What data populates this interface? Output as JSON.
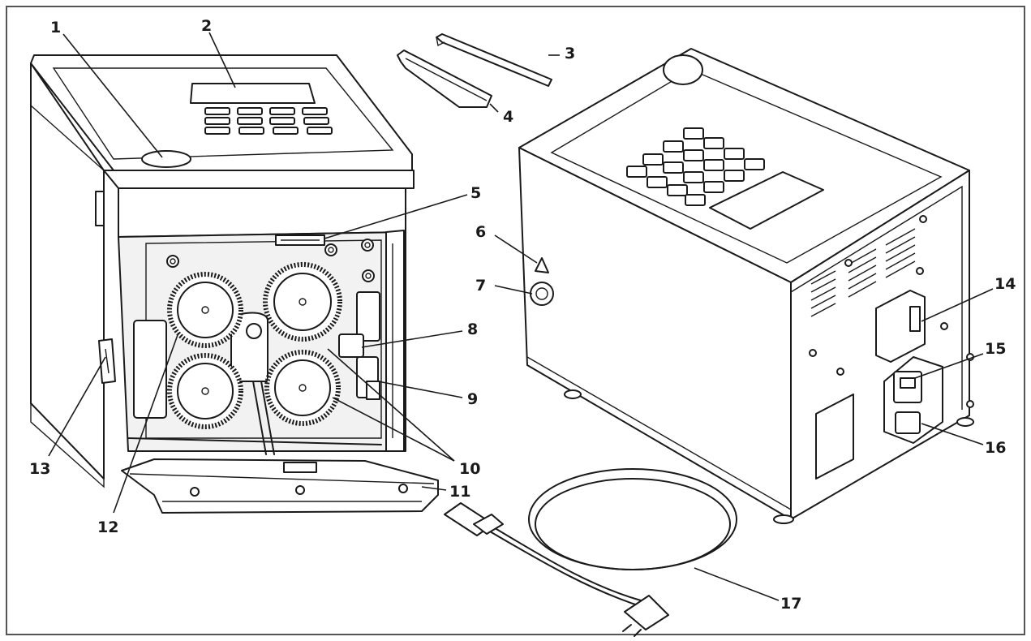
{
  "callouts": [
    {
      "id": "1",
      "label": "1"
    },
    {
      "id": "2",
      "label": "2"
    },
    {
      "id": "3",
      "label": "3"
    },
    {
      "id": "4",
      "label": "4"
    },
    {
      "id": "5",
      "label": "5"
    },
    {
      "id": "6",
      "label": "6"
    },
    {
      "id": "7",
      "label": "7"
    },
    {
      "id": "8",
      "label": "8"
    },
    {
      "id": "9",
      "label": "9"
    },
    {
      "id": "10",
      "label": "10"
    },
    {
      "id": "11",
      "label": "11"
    },
    {
      "id": "12",
      "label": "12"
    },
    {
      "id": "13",
      "label": "13"
    },
    {
      "id": "14",
      "label": "14"
    },
    {
      "id": "15",
      "label": "15"
    },
    {
      "id": "16",
      "label": "16"
    },
    {
      "id": "17",
      "label": "17"
    }
  ],
  "colors": {
    "line": "#1a1a1a",
    "background": "#ffffff",
    "frame": "#555555"
  }
}
